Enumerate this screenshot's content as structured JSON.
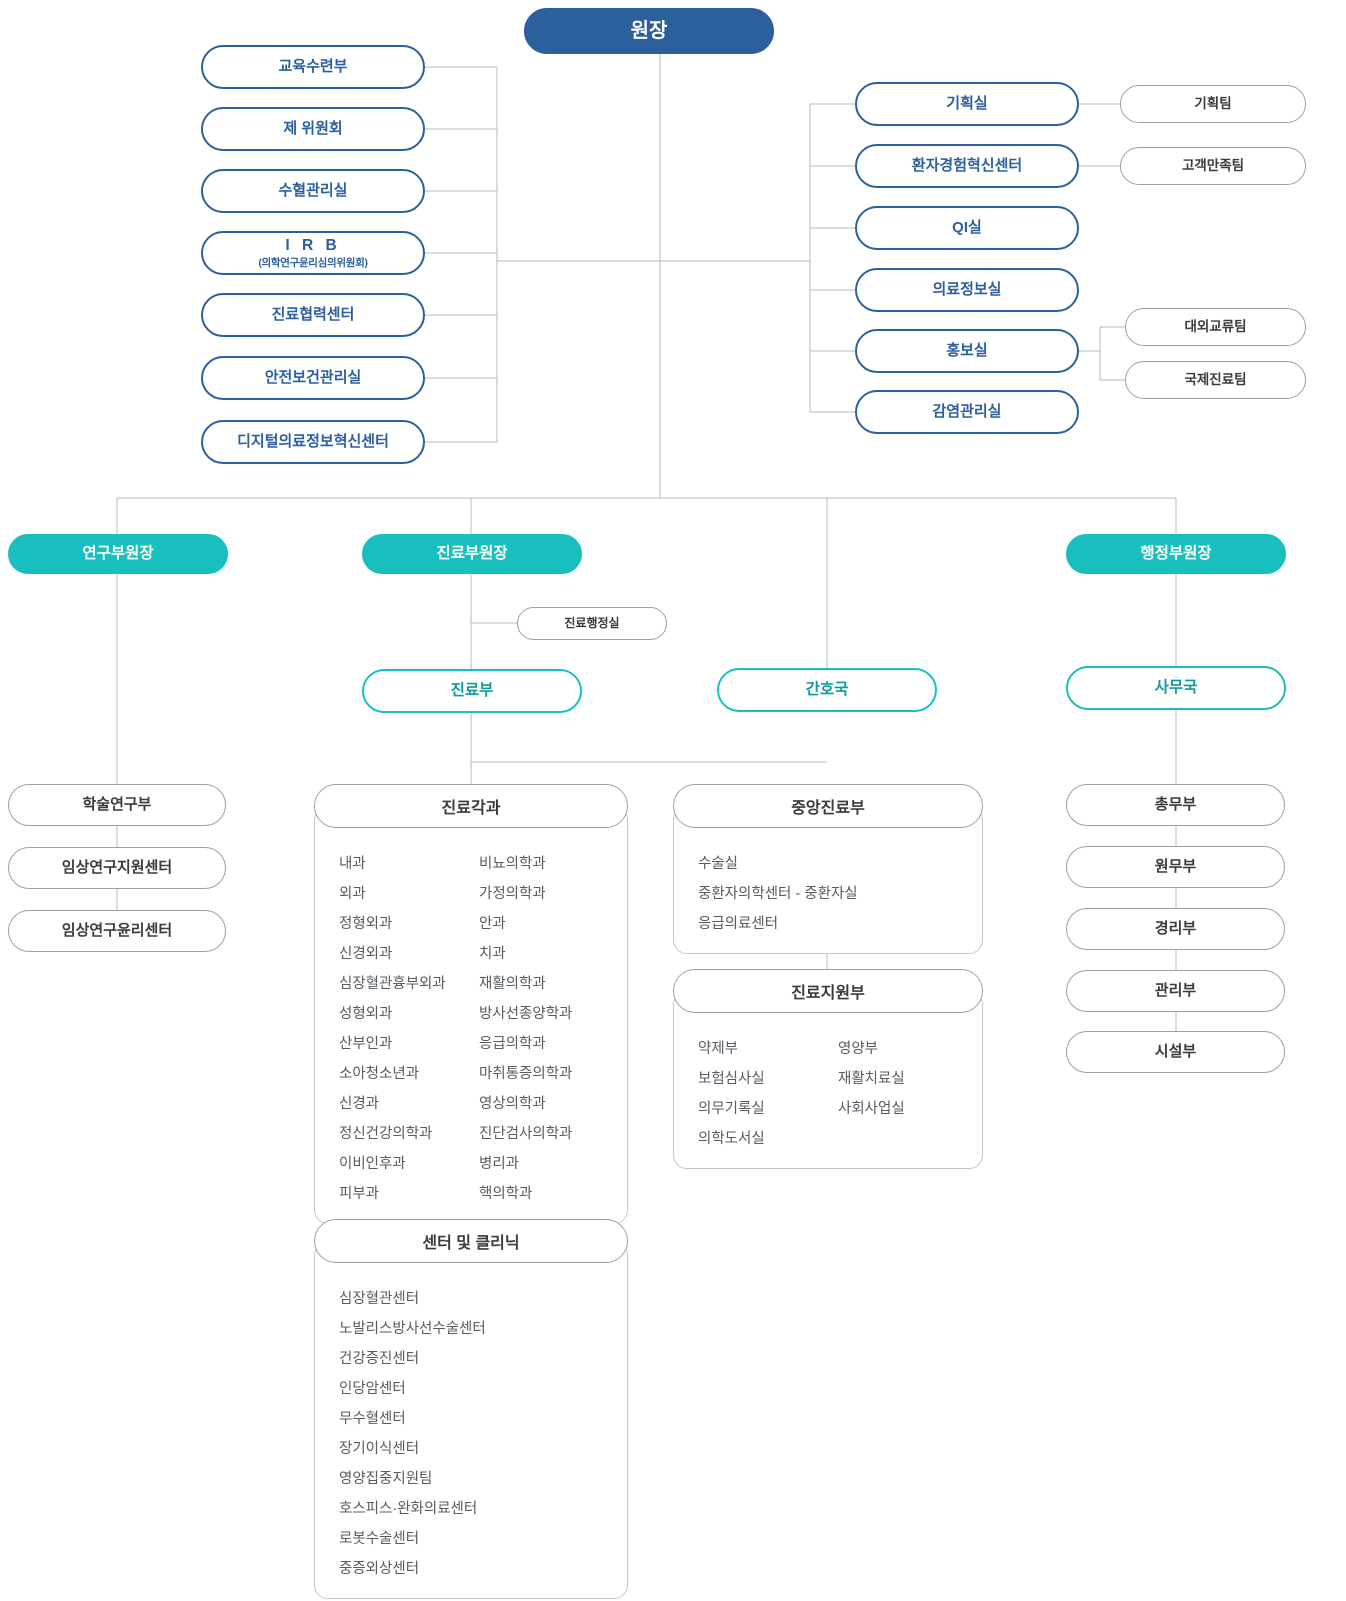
{
  "meta": {
    "title": "병원 조직도",
    "colors": {
      "root_blue": "#2b5f9e",
      "teal": "#18bfbf",
      "teal_text": "#0f9c9c",
      "grey_border": "#9aa1a9",
      "line": "#b3b9c0",
      "body_text": "#565c62"
    }
  },
  "root": {
    "label": "원장"
  },
  "staff_left": [
    {
      "label": "교육수련부"
    },
    {
      "label": "제 위원회"
    },
    {
      "label": "수혈관리실"
    },
    {
      "label": "I R B",
      "sublabel": "(의학연구윤리심의위원회)"
    },
    {
      "label": "진료협력센터"
    },
    {
      "label": "안전보건관리실"
    },
    {
      "label": "디지털의료정보혁신센터"
    }
  ],
  "staff_right": [
    {
      "label": "기획실"
    },
    {
      "label": "환자경험혁신센터"
    },
    {
      "label": "QI실"
    },
    {
      "label": "의료정보실"
    },
    {
      "label": "홍보실"
    },
    {
      "label": "감염관리실"
    }
  ],
  "teams_right": [
    {
      "label": "기획팀"
    },
    {
      "label": "고객만족팀"
    },
    {
      "label": "대외교류팀"
    },
    {
      "label": "국제진료팀"
    }
  ],
  "vice_directors": [
    {
      "label": "연구부원장"
    },
    {
      "label": "진료부원장"
    },
    {
      "label": "행정부원장"
    }
  ],
  "medical_admin_office": {
    "label": "진료행정실"
  },
  "bureaus": [
    {
      "label": "진료부"
    },
    {
      "label": "간호국"
    },
    {
      "label": "사무국"
    }
  ],
  "research_units": [
    {
      "label": "학술연구부"
    },
    {
      "label": "임상연구지원센터"
    },
    {
      "label": "임상연구윤리센터"
    }
  ],
  "admin_units": [
    {
      "label": "총무부"
    },
    {
      "label": "원무부"
    },
    {
      "label": "경리부"
    },
    {
      "label": "관리부"
    },
    {
      "label": "시설부"
    }
  ],
  "panels": {
    "clinical_departments": {
      "title": "진료각과",
      "col1": [
        "내과",
        "외과",
        "정형외과",
        "신경외과",
        "심장혈관흉부외과",
        "성형외과",
        "산부인과",
        "소아청소년과",
        "신경과",
        "정신건강의학과",
        "이비인후과",
        "피부과"
      ],
      "col2": [
        "비뇨의학과",
        "가정의학과",
        "안과",
        "치과",
        "재활의학과",
        "방사선종양학과",
        "응급의학과",
        "마취통증의학과",
        "영상의학과",
        "진단검사의학과",
        "병리과",
        "핵의학과"
      ]
    },
    "central_clinical": {
      "title": "중앙진료부",
      "col1": [
        "수술실",
        "중환자의학센터 - 중환자실",
        "응급의료센터"
      ],
      "col2": []
    },
    "clinical_support": {
      "title": "진료지원부",
      "col1": [
        "약제부",
        "보험심사실",
        "의무기록실",
        "의학도서실"
      ],
      "col2": [
        "영양부",
        "재활치료실",
        "사회사업실"
      ]
    },
    "centers_clinics": {
      "title": "센터 및 클리닉",
      "col1": [
        "심장혈관센터",
        "노발리스방사선수술센터",
        "건강증진센터",
        "인당암센터",
        "무수혈센터",
        "장기이식센터",
        "영양집중지원팀",
        "호스피스·완화의료센터",
        "로봇수술센터",
        "중증외상센터"
      ],
      "col2": []
    }
  }
}
